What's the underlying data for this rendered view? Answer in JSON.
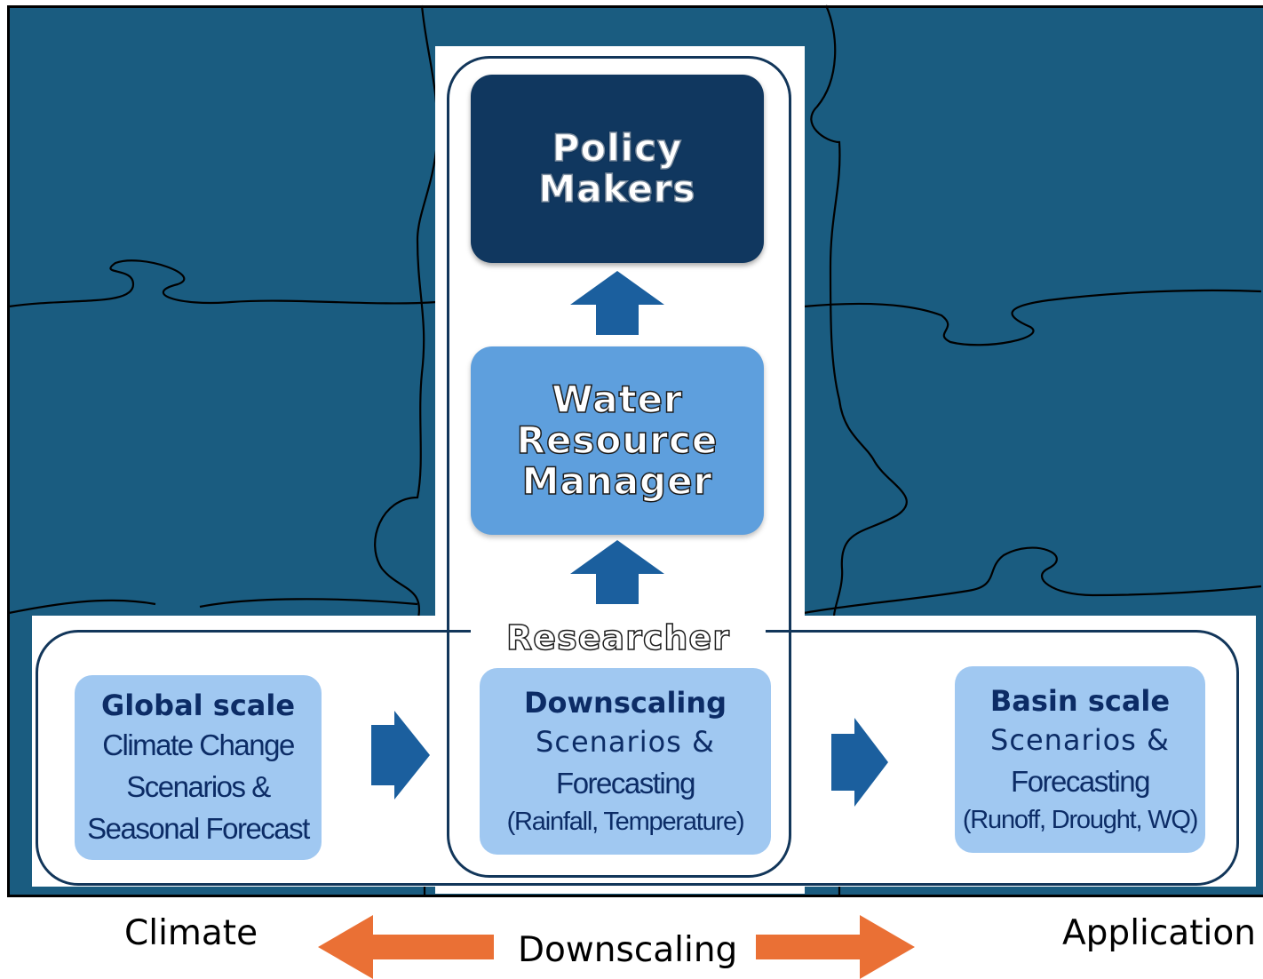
{
  "diagram": {
    "policy_makers": {
      "line1": "Policy",
      "line2": "Makers"
    },
    "water_resource_manager": {
      "line1": "Water",
      "line2": "Resource",
      "line3": "Manager"
    },
    "researcher": "Researcher",
    "global_scale": {
      "heading": "Global scale",
      "line1": "Climate Change",
      "line2": "Scenarios &",
      "line3": "Seasonal Forecast"
    },
    "downscaling_box": {
      "heading": "Downscaling",
      "line1": "Scenarios &",
      "line2": "Forecasting",
      "line3": "(Rainfall, Temperature)"
    },
    "basin_scale": {
      "heading": "Basin scale",
      "line1": "Scenarios &",
      "line2": "Forecasting",
      "line3": "(Runoff, Drought, WQ)"
    },
    "bottom": {
      "left": "Climate",
      "center": "Downscaling",
      "right": "Application"
    },
    "colors": {
      "background": "#1a5c80",
      "dark_box": "#10375f",
      "mid_box": "#5e9fdd",
      "light_box": "#a0c8f1",
      "arrow_blue": "#1b5f9e",
      "arrow_orange": "#ea7035"
    }
  }
}
